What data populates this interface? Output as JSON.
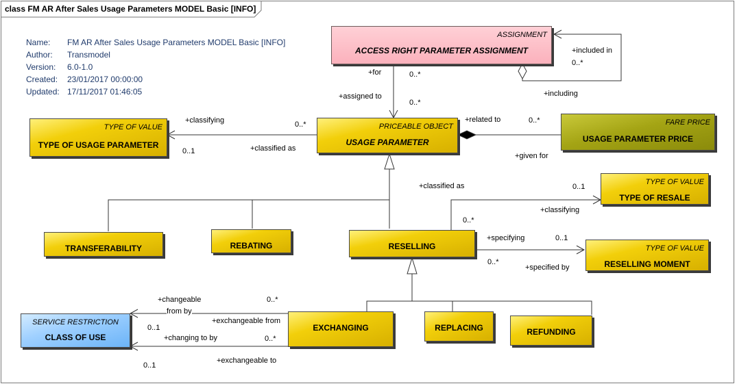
{
  "diagram": {
    "title": "class FM AR After Sales Usage Parameters MODEL Basic [INFO]"
  },
  "metadata": {
    "name_label": "Name:",
    "name_value": "FM AR After Sales Usage Parameters MODEL Basic [INFO]",
    "author_label": "Author:",
    "author_value": "Transmodel",
    "version_label": "Version:",
    "version_value": "6.0-1.0",
    "created_label": "Created:",
    "created_value": "23/01/2017 00:00:00",
    "updated_label": "Updated:",
    "updated_value": "17/11/2017 01:46:05"
  },
  "classes": {
    "assignment": {
      "stereotype": "ASSIGNMENT",
      "name": "ACCESS RIGHT PARAMETER ASSIGNMENT"
    },
    "type_usage": {
      "stereotype": "TYPE OF VALUE",
      "name": "TYPE OF USAGE PARAMETER"
    },
    "usage": {
      "stereotype": "PRICEABLE OBJECT",
      "name": "USAGE PARAMETER"
    },
    "price": {
      "stereotype": "FARE PRICE",
      "name": "USAGE PARAMETER PRICE"
    },
    "transferability": {
      "name": "TRANSFERABILITY"
    },
    "rebating": {
      "name": "REBATING"
    },
    "reselling": {
      "name": "RESELLING"
    },
    "type_resale": {
      "stereotype": "TYPE OF VALUE",
      "name": "TYPE OF RESALE"
    },
    "moment": {
      "stereotype": "TYPE OF VALUE",
      "name": "RESELLING MOMENT"
    },
    "class_use": {
      "stereotype": "SERVICE RESTRICTION",
      "name": "CLASS OF USE"
    },
    "exchanging": {
      "name": "EXCHANGING"
    },
    "replacing": {
      "name": "REPLACING"
    },
    "refunding": {
      "name": "REFUNDING"
    }
  },
  "labels": {
    "included_in": "+included in",
    "included_mult": "0..*",
    "including": "+including",
    "for": "+for",
    "for_mult": "0..*",
    "assigned_to": "+assigned to",
    "assigned_mult": "0..*",
    "classifying": "+classifying",
    "classifying_mult": "0..*",
    "classified_as": "+classified as",
    "classified_mult": "0..1",
    "related_to": "+related to",
    "related_mult": "0..*",
    "given_for": "+given for",
    "resale_classified_as": "+classified as",
    "resale_mult1": "0..1",
    "resale_classifying": "+classifying",
    "resale_mult2": "0..*",
    "specifying": "+specifying",
    "specifying_mult": "0..1",
    "specified_by_mult": "0..*",
    "specified_by": "+specified by",
    "changeable": "+changeable",
    "changeable_mult": "0..*",
    "from_by": "from by",
    "exchangeable_from": "+exchangeable from",
    "from_mult": "0..1",
    "changing_to_by": "+changing to by",
    "changing_mult": "0..*",
    "to_mult": "0..1",
    "exchangeable_to": "+exchangeable to"
  }
}
